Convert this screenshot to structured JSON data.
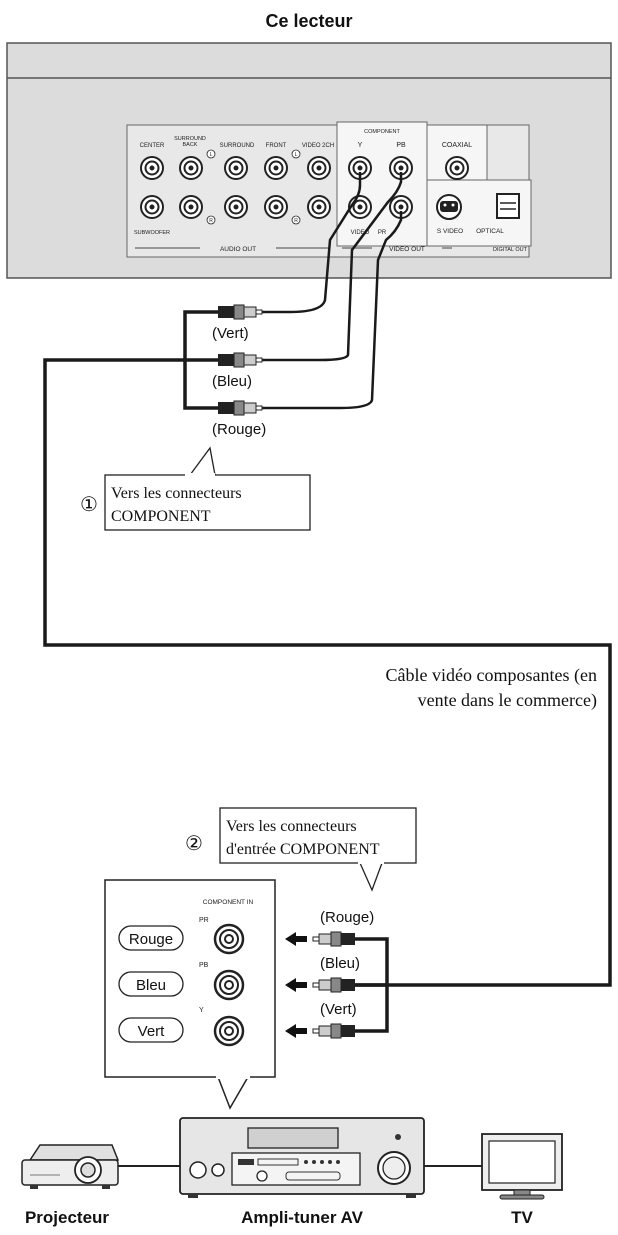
{
  "title": "Ce lecteur",
  "player_panel": {
    "labels": {
      "center": "CENTER",
      "surround_back": "SURROUND\nBACK",
      "surround": "SURROUND",
      "front": "FRONT",
      "video_2ch": "VIDEO 2CH",
      "subwoofer": "SUBWOOFER",
      "audio_out": "AUDIO OUT",
      "component": "COMPONENT",
      "y": "Y",
      "pb": "PB",
      "pr": "PR",
      "video": "VIDEO",
      "video_out": "VIDEO OUT",
      "coaxial": "COAXIAL",
      "s_video": "S VIDEO",
      "optical": "OPTICAL",
      "digital_out": "DIGITAL OUT",
      "l": "L",
      "r": "R"
    }
  },
  "plugs_top": {
    "green": "(Vert)",
    "blue": "(Bleu)",
    "red": "(Rouge)"
  },
  "callout_1": {
    "number": "①",
    "line1": "Vers les connecteurs",
    "line2": "COMPONENT"
  },
  "cable_label": {
    "line1": "Câble vidéo composantes (en",
    "line2": "vente dans le commerce)"
  },
  "callout_2": {
    "number": "②",
    "line1": "Vers les connecteurs",
    "line2": "d'entrée COMPONENT"
  },
  "component_in": {
    "title": "COMPONENT IN",
    "pr_label": "PR",
    "pb_label": "PB",
    "y_label": "Y",
    "rouge": "Rouge",
    "bleu": "Bleu",
    "vert": "Vert"
  },
  "plugs_bottom": {
    "red": "(Rouge)",
    "blue": "(Bleu)",
    "green": "(Vert)"
  },
  "devices": {
    "projector": "Projecteur",
    "amplifier": "Ampli-tuner AV",
    "tv": "TV"
  }
}
